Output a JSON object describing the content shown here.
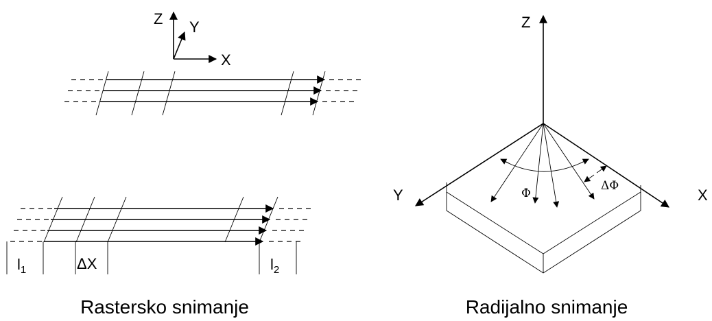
{
  "left": {
    "axes": {
      "z": "Z",
      "y": "Y",
      "x": "X"
    },
    "l1_base": "l",
    "l1_sub": "1",
    "dx": "ΔX",
    "l2_base": "l",
    "l2_sub": "2",
    "caption": "Rastersko snimanje"
  },
  "right": {
    "axes": {
      "z": "Z",
      "y": "Y",
      "x": "X"
    },
    "phi": "Φ",
    "dphi": "ΔΦ",
    "caption": "Radijalno snimanje"
  }
}
